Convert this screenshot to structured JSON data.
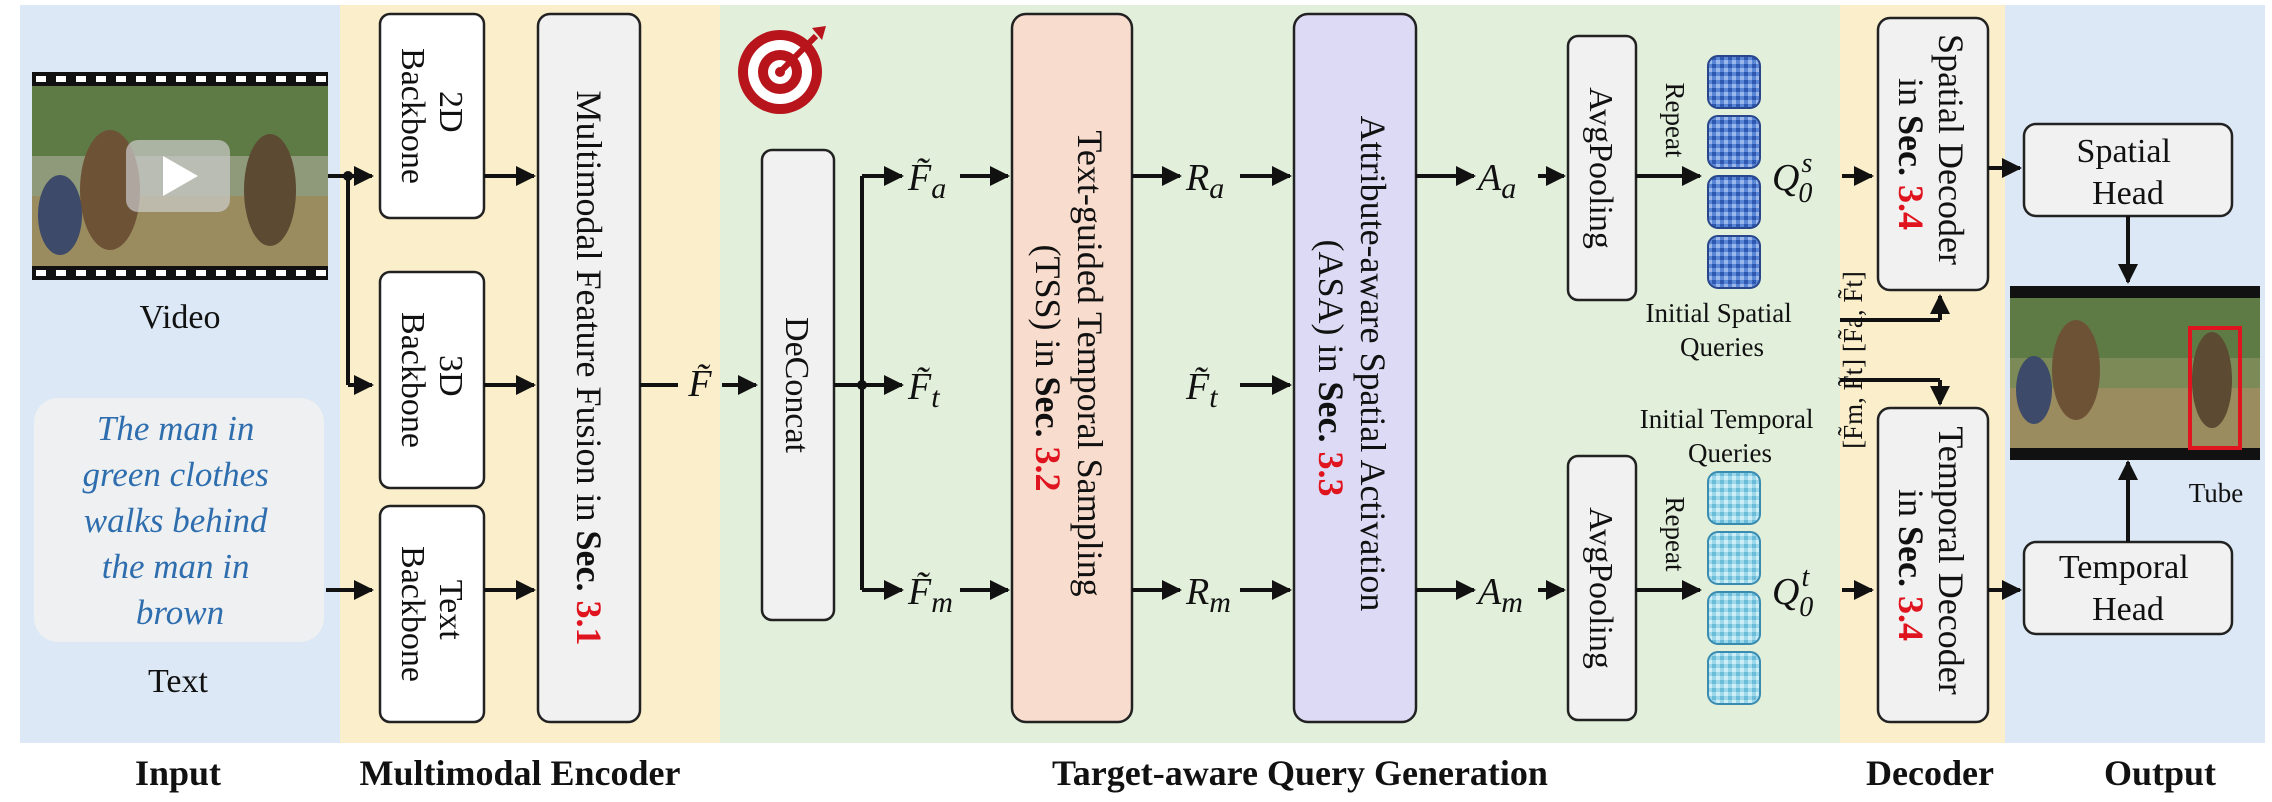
{
  "stages": {
    "input": "Input",
    "encoder": "Multimodal Encoder",
    "query_gen": "Target-aware Query Generation",
    "decoder": "Decoder",
    "output": "Output"
  },
  "inputs": {
    "video_label": "Video",
    "text_label": "Text",
    "text_query_lines": [
      "The man in",
      "green clothes",
      "walks behind",
      "the man in",
      "brown"
    ]
  },
  "encoder": {
    "backbone_2d": [
      "2D",
      "Backbone"
    ],
    "backbone_3d": [
      "3D",
      "Backbone"
    ],
    "backbone_text": [
      "Text",
      "Backbone"
    ],
    "fusion_text": "Multimodal Feature Fusion in ",
    "fusion_sec": "Sec.",
    "fusion_num": "3.1",
    "fused_symbol": "F̃"
  },
  "query_gen": {
    "deconcat": "DeConcat",
    "f_a": "F̃",
    "f_a_sub": "a",
    "f_t": "F̃",
    "f_t_sub": "t",
    "f_m": "F̃",
    "f_m_sub": "m",
    "tss_line1": "Text-guided Temporal Sampling",
    "tss_line2_pre": "(TSS) in ",
    "tss_sec": "Sec.",
    "tss_num": "3.2",
    "r_a": "R",
    "r_a_sub": "a",
    "r_m": "R",
    "r_m_sub": "m",
    "asa_line1": "Attribute-aware Spatial Activation",
    "asa_line2_pre": "(ASA) in ",
    "asa_sec": "Sec.",
    "asa_num": "3.3",
    "a_a": "A",
    "a_a_sub": "a",
    "a_m": "A",
    "a_m_sub": "m",
    "avgpool": "AvgPooling",
    "repeat": "Repeat",
    "q_s": "Q",
    "q_s_sup": "s",
    "q_s_sub": "0",
    "q_t": "Q",
    "q_t_sup": "t",
    "q_t_sub": "0",
    "initial_spatial": [
      "Initial Spatial",
      "Queries"
    ],
    "initial_temporal": [
      "Initial Temporal",
      "Queries"
    ]
  },
  "decoder": {
    "spatial_line1": "Spatial Decoder",
    "spatial_line2_pre": "in ",
    "spatial_sec": "Sec.",
    "spatial_num": "3.4",
    "temporal_line1": "Temporal Decoder",
    "temporal_line2_pre": "in ",
    "temporal_sec": "Sec.",
    "temporal_num": "3.4",
    "side_feats": "[F̃m, F̃t]  [F̃a, F̃t]"
  },
  "output": {
    "spatial_head": [
      "Spatial",
      "Head"
    ],
    "temporal_head": [
      "Temporal",
      "Head"
    ],
    "tube_label": "Tube"
  },
  "colors": {
    "input_bg": "#dce8f5",
    "encoder_bg": "#fbeecb",
    "query_bg": "#e2efdb",
    "tss_fill": "#f8dccd",
    "asa_fill": "#dcdaf4",
    "red_accent": "#e0141e",
    "query_token": "#4f7fd6",
    "temporal_token": "#8fd0e8"
  }
}
